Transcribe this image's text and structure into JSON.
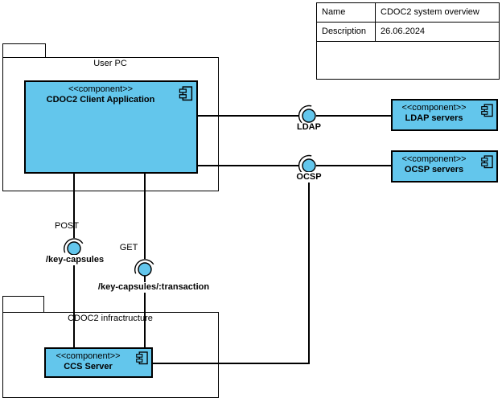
{
  "meta_table": {
    "rows": [
      {
        "label": "Name",
        "value": "CDOC2 system overview"
      },
      {
        "label": "Description",
        "value": "26.06.2024"
      }
    ]
  },
  "packages": {
    "user_pc": {
      "title": "User PC"
    },
    "infrastructure": {
      "title": "CDOC2 infractructure"
    }
  },
  "components": {
    "client": {
      "stereotype": "<<component>>",
      "name": "CDOC2 Client Application"
    },
    "ldap_servers": {
      "stereotype": "<<component>>",
      "name": "LDAP servers"
    },
    "ocsp_servers": {
      "stereotype": "<<component>>",
      "name": "OCSP servers"
    },
    "ccs_server": {
      "stereotype": "<<component>>",
      "name": "CCS Server"
    }
  },
  "interfaces": {
    "ldap": {
      "label": "LDAP"
    },
    "ocsp": {
      "label": "OCSP"
    },
    "post": {
      "method": "POST",
      "path": "/key-capsules"
    },
    "get": {
      "method": "GET",
      "path": "/key-capsules/:transaction"
    }
  },
  "colors": {
    "fill": "#63C6EC",
    "line": "#000000",
    "bg": "#FFFFFF"
  }
}
